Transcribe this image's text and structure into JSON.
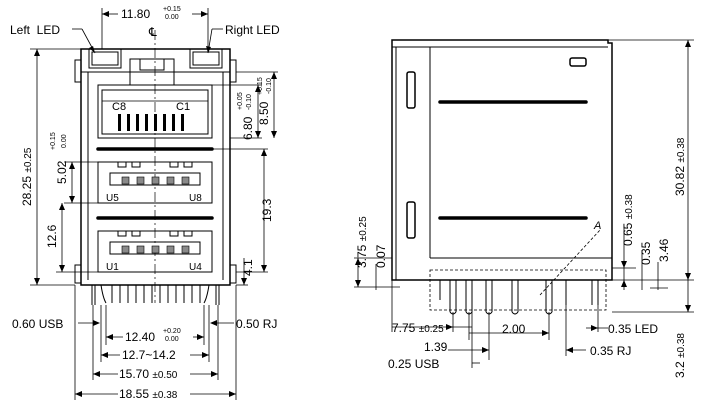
{
  "front_view": {
    "left_led": "Left  LED",
    "right_led": "Right LED",
    "centerline": "℄",
    "width_rj": "11.80",
    "width_rj_tol_plus": "+0.15",
    "width_rj_tol_minus": "0.00",
    "pin_c8": "C8",
    "pin_c1": "C1",
    "port_u5": "U5",
    "port_u8": "U8",
    "port_u1": "U1",
    "port_u4": "U4",
    "height_total": "28.25",
    "height_total_tol": "±0.25",
    "usb_opening": "5.02",
    "usb_opening_tol_plus": "+0.15",
    "usb_opening_tol_minus": "0.00",
    "rj_opening": "6.80",
    "rj_opening_tol_plus": "+0.05",
    "rj_opening_tol_minus": "-0.10",
    "rj_depth": "8.50",
    "rj_depth_tol_plus": "+0.15",
    "rj_depth_tol_minus": "-0.10",
    "usb_pitch": "12.6",
    "port_span": "19.3",
    "bottom_port": "4.1",
    "pin_usb": "0.60 USB",
    "pin_rj": "0.50 RJ",
    "pin_span_rj": "12.40",
    "pin_span_rj_tol_plus": "+0.20",
    "pin_span_rj_tol_minus": "0.00",
    "pin_span_range": "12.7~14.2",
    "body_width": "15.70",
    "body_width_tol": "±0.50",
    "overall_width": "18.55",
    "overall_width_tol": "±0.38"
  },
  "side_view": {
    "height_total": "30.82",
    "height_total_tol": "±0.38",
    "standoff": "3.75",
    "standoff_tol": "±0.25",
    "offset_small": "0.07",
    "section_mark": "A",
    "led_offset": "0.65",
    "led_offset_tol": "±0.38",
    "pin_035": "0.35",
    "pin_346": "3.46",
    "depth": "7.75",
    "depth_tol": "±0.25",
    "pitch_139": "1.39",
    "pitch_200": "2.00",
    "led_pin": "0.35 LED",
    "rj_pin": "0.35 RJ",
    "usb_pin": "0.25 USB",
    "tail_length": "3.2",
    "tail_length_tol": "±0.38"
  }
}
